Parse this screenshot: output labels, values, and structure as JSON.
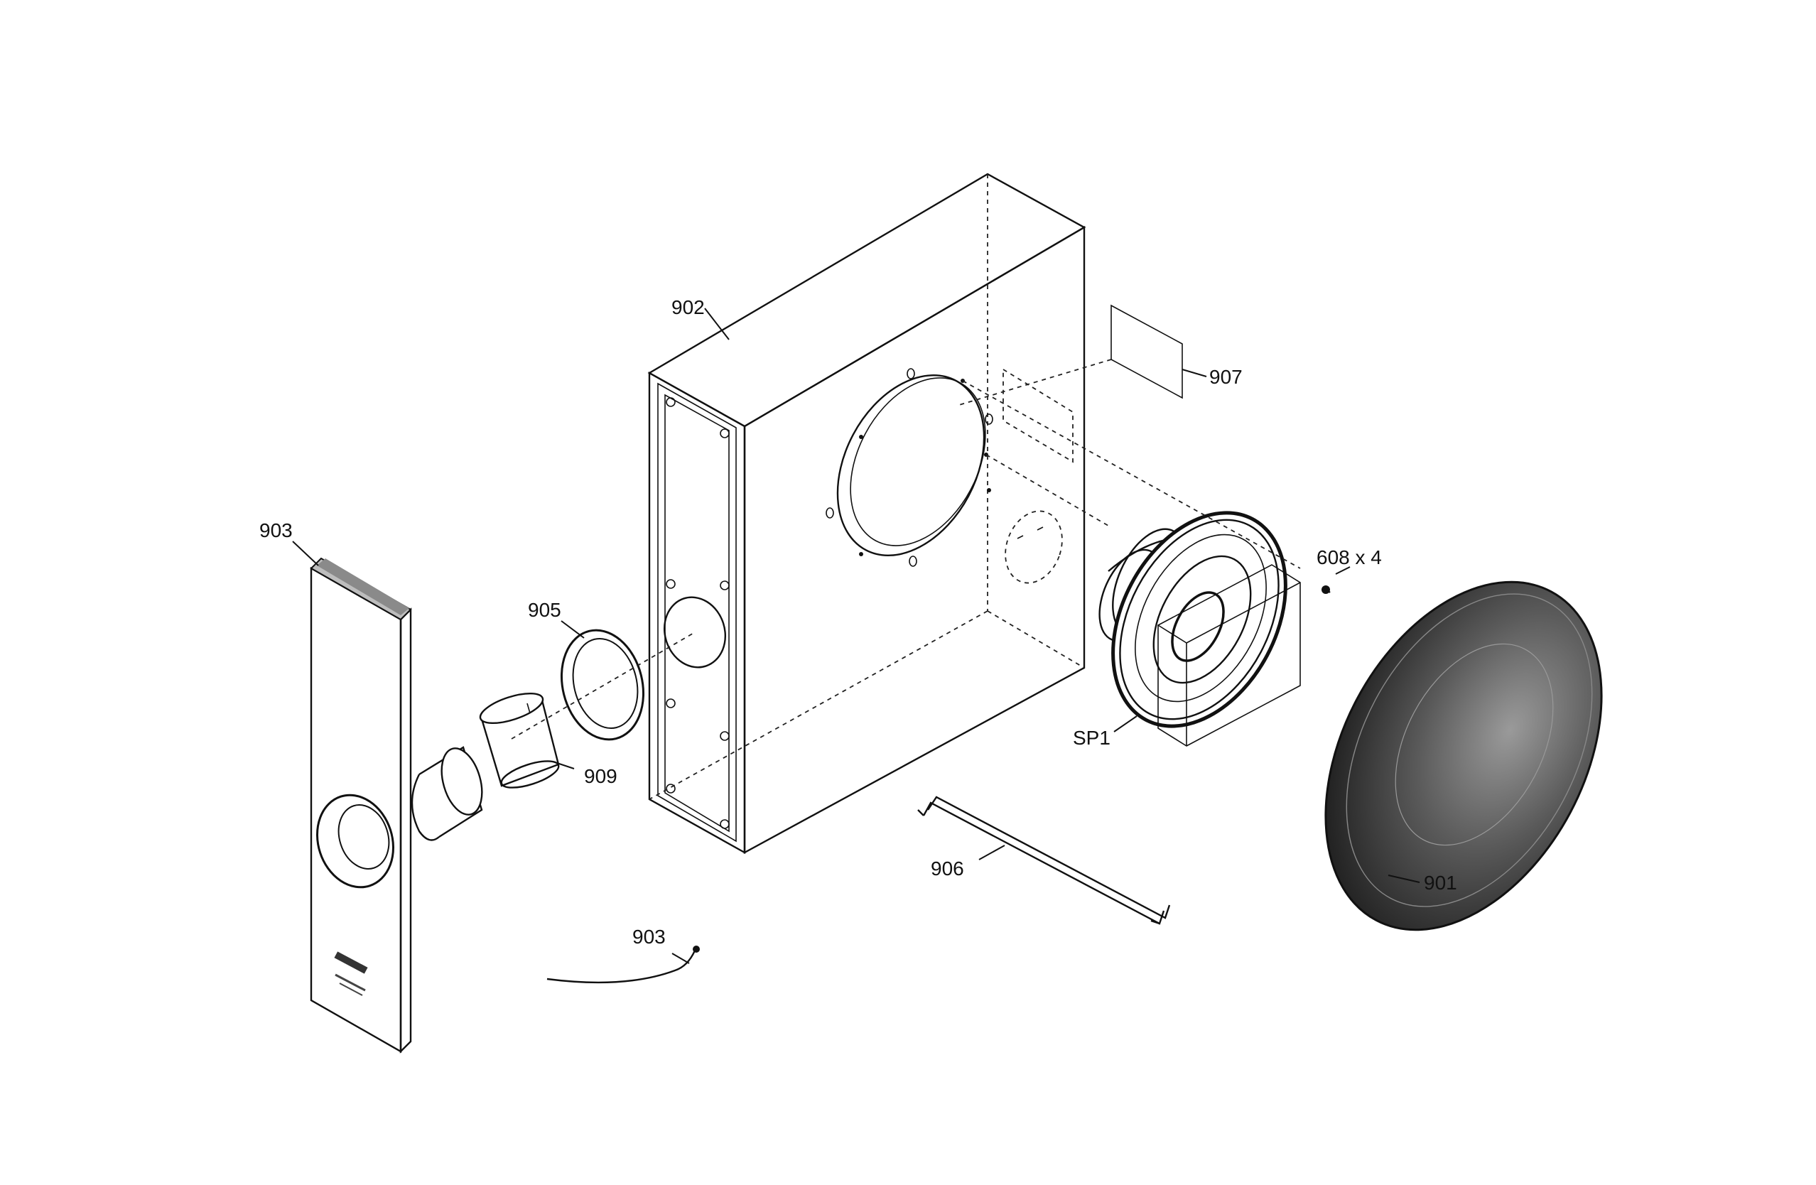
{
  "colors": {
    "background": "#ffffff",
    "ink": "#111111",
    "grille_dark": "#1a1a1a",
    "grille_mid": "#6a6a6a"
  },
  "callouts": {
    "cabinet": "902",
    "label_plate": "907",
    "front_panel": "903",
    "wire": "903",
    "ring": "905",
    "port_tube": "909",
    "screws": "608 x 4",
    "speaker": "SP1",
    "bracket": "906",
    "grille": "901"
  }
}
